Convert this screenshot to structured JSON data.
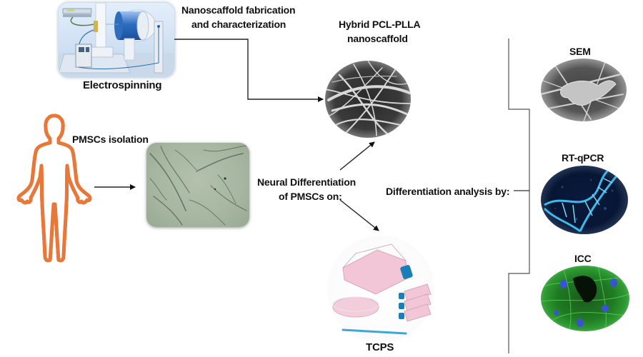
{
  "figure": {
    "type": "workflow-diagram",
    "labels": {
      "electrospinning": "Electrospinning",
      "fabrication_line1": "Nanoscaffold fabrication",
      "fabrication_line2": "and characterization",
      "scaffold_line1": "Hybrid PCL-PLLA",
      "scaffold_line2": "nanoscaffold",
      "isolation": "PMSCs isolation",
      "neural_line1": "Neural Differentiation",
      "neural_line2": "of PMSCs on:",
      "tcps": "TCPS",
      "analysis": "Differentiation analysis by:",
      "sem": "SEM",
      "rtqpcr": "RT-qPCR",
      "icc": "ICC"
    },
    "images": {
      "electrospinning": "electrospinning-apparatus-illustration",
      "scaffold": "nanofiber-sem-micrograph",
      "human": "human-body-silhouette",
      "cells": "pmsc-cell-culture-micrograph",
      "tcps": "tissue-culture-flasks-and-dish",
      "sem": "cell-on-nanofiber-sem",
      "rtqpcr": "dna-helix-illustration",
      "icc": "immunofluorescence-green-blue"
    },
    "colors": {
      "text": "#111111",
      "line": "#222222",
      "bracket": "#555555",
      "human_outline_outer": "#e8773a",
      "human_outline_mid": "#5b49b8",
      "human_outline_inner": "#2a2a3a",
      "cell_bg": "#a9b8a4",
      "tcps_pink": "#f2c6d6",
      "tcps_blue": "#1a7fb8",
      "rtqpcr_helix": "#3fb8ea",
      "icc_green": "#2fa034",
      "icc_nuclei": "#3a52d6"
    }
  }
}
